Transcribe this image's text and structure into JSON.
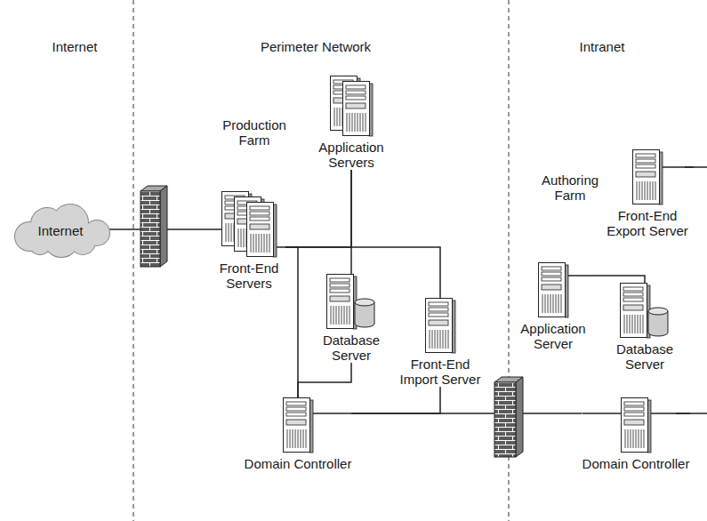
{
  "diagram": {
    "nodes": [
      {
        "text": [
          "Internet"
        ]
      },
      {
        "text": [
          "Production Farm"
        ]
      },
      {
        "text": [
          "Application Servers"
        ],
        "in": 1
      },
      {
        "text": [
          "Front-End Servers"
        ],
        "in": 1
      },
      {
        "text": [
          "Database Server"
        ],
        "in": 1
      },
      {
        "text": [
          "Front-End Import Server"
        ],
        "in": 1
      },
      {
        "text": [
          "Domain Controller"
        ]
      },
      {
        "text": [
          "Authoring Farm"
        ]
      },
      {
        "text": [
          "Front-End Export Server"
        ],
        "in": 7
      },
      {
        "text": [
          "Application Server"
        ],
        "in": 7
      },
      {
        "text": [
          "Database Server"
        ],
        "in": 7
      },
      {
        "text": [
          "Domain Controller"
        ]
      }
    ],
    "edges": [
      {
        "from": 0,
        "to": 3,
        "arrow": "none"
      },
      {
        "from": 3,
        "to": 2,
        "arrow": "none"
      },
      {
        "from": 3,
        "to": 5,
        "arrow": "none"
      },
      {
        "from": 2,
        "to": 4,
        "arrow": "none"
      },
      {
        "from": 3,
        "to": 6,
        "arrow": "none"
      },
      {
        "from": 4,
        "to": 6,
        "arrow": "none"
      },
      {
        "from": 5,
        "to": 6,
        "arrow": "none"
      },
      {
        "from": 6,
        "to": 11,
        "arrow": "none"
      },
      {
        "from": 9,
        "to": 10,
        "arrow": "none"
      }
    ],
    "labels": [
      "Internet",
      "Perimeter Network",
      "Intranet"
    ]
  }
}
